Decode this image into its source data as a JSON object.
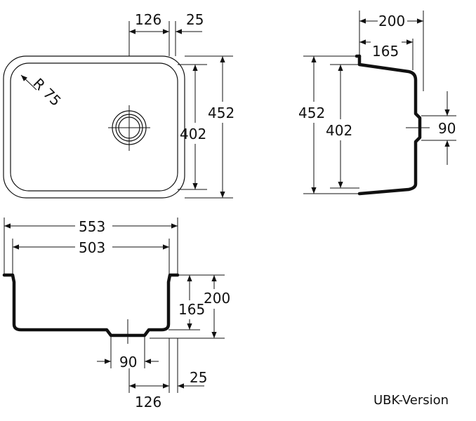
{
  "top_view": {
    "dim_offset": "126",
    "dim_flange": "25",
    "dim_outer_h": "452",
    "dim_inner_h": "402",
    "radius_label": "R 75"
  },
  "side_view": {
    "dim_depth_outer": "200",
    "dim_depth_inner": "165",
    "dim_outer_h": "452",
    "dim_inner_h": "402",
    "dim_drain": "90"
  },
  "front_view": {
    "dim_outer_w": "553",
    "dim_inner_w": "503",
    "dim_depth_inner": "165",
    "dim_depth_outer": "200",
    "dim_drain": "90",
    "dim_flange": "25",
    "dim_offset": "126"
  },
  "caption": "UBK-Version"
}
